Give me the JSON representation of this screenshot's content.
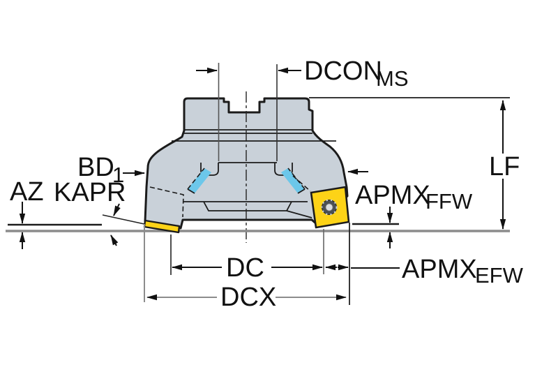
{
  "diagram": {
    "kind": "milling-cutter-dimension-drawing",
    "labels": {
      "dcon": {
        "text": "DCON",
        "sub": "MS"
      },
      "lf": {
        "text": "LF"
      },
      "bd1": {
        "text": "BD",
        "sub": "1"
      },
      "az": {
        "text": "AZ"
      },
      "kapr": {
        "text": "KAPR"
      },
      "apmx_ffw": {
        "text": "APMX",
        "sub": "FFW"
      },
      "apmx_efw": {
        "text": "APMX",
        "sub": "EFW"
      },
      "dc": {
        "text": "DC"
      },
      "dcx": {
        "text": "DCX"
      }
    },
    "colors": {
      "background": "#ffffff",
      "body": "#c9d1d9",
      "outline": "#1b1b1b",
      "insert_yellow": "#fdd317",
      "coolant_cyan": "#6cc7ea",
      "reference_gray": "#8c8c8c",
      "screw_dark": "#4a4f54",
      "screw_light": "#d8dbde"
    }
  }
}
